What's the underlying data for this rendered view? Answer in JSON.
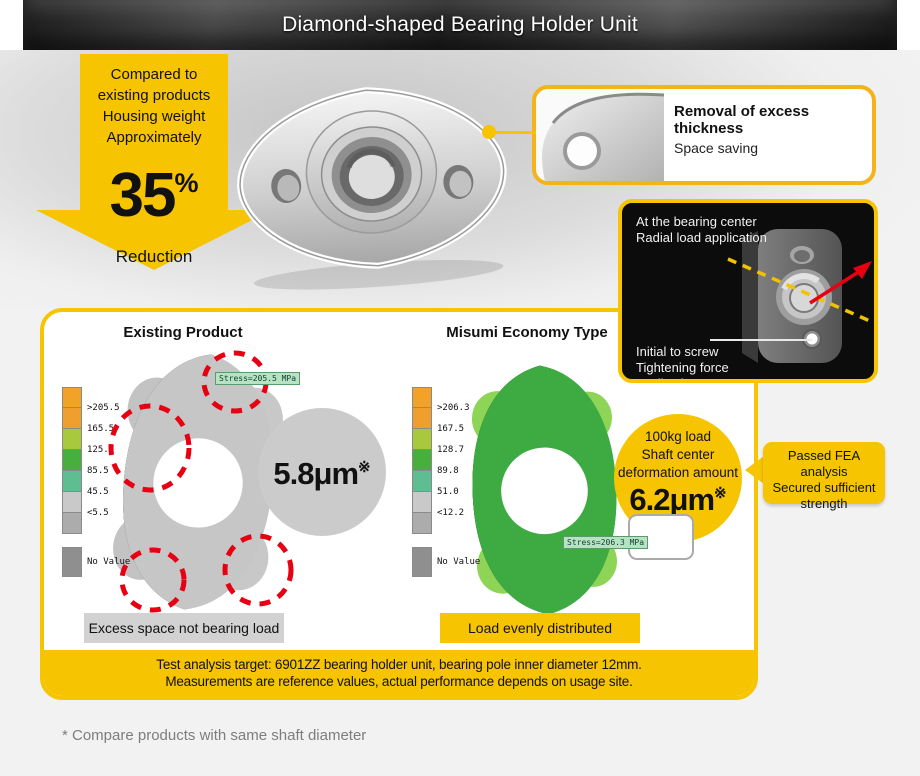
{
  "palette": {
    "accent_yellow": "#F6C400",
    "callout_border": "#F5B219",
    "red_marker": "#E60012",
    "legend_colors": [
      "#F2A227",
      "#EE9F2D",
      "#A8C93D",
      "#47B03C",
      "#5FBD92",
      "#C9C9C9",
      "#ACACAC"
    ],
    "legend_no_value_color": "#8F8F8F",
    "gray_circle": "#CBCBCB",
    "caption_gray_bg": "#D2D2D2"
  },
  "header": {
    "title": "Diamond-shaped Bearing Holder Unit"
  },
  "weight_callout": {
    "line1": "Compared to",
    "line2": "existing products",
    "line3": "Housing weight",
    "line4": "Approximately",
    "value": "35",
    "unit": "%",
    "caption": "Reduction"
  },
  "thickness_callout": {
    "title": "Removal of excess thickness",
    "subtitle": "Space saving"
  },
  "load_box": {
    "radial_line1": "At the bearing center",
    "radial_line2": "Radial load application",
    "screw_line1": "Initial to screw",
    "screw_line2": "Tightening force",
    "screw_line3": "application"
  },
  "comparison": {
    "left": {
      "title": "Existing Product",
      "legend_labels": [
        ">205.5",
        "165.5",
        "125.5",
        "85.5",
        "45.5",
        "<5.5"
      ],
      "legend_no_value": "No Value",
      "stress_label": "Stress=205.5 MPa",
      "deformation_value": "5.8μm",
      "ref_mark": "※",
      "caption": "Excess space not bearing load"
    },
    "right": {
      "title": "Misumi Economy Type",
      "legend_labels": [
        ">206.3",
        "167.5",
        "128.7",
        "89.8",
        "51.0",
        "<12.2"
      ],
      "legend_no_value": "No Value",
      "stress_label": "Stress=206.3 MPa",
      "load_line1": "100kg load",
      "load_line2": "Shaft center",
      "load_line3": "deformation amount",
      "deformation_value": "6.2μm",
      "ref_mark": "※",
      "caption": "Load evenly distributed"
    },
    "footer_line1": "Test analysis target: 6901ZZ bearing holder unit, bearing pole inner diameter 12mm.",
    "footer_line2": "Measurements are reference values, actual performance depends on usage site."
  },
  "fea_bubble": {
    "line1": "Passed FEA analysis",
    "line2": "Secured sufficient",
    "line3": "strength"
  },
  "footnote": "* Compare products with same shaft diameter"
}
